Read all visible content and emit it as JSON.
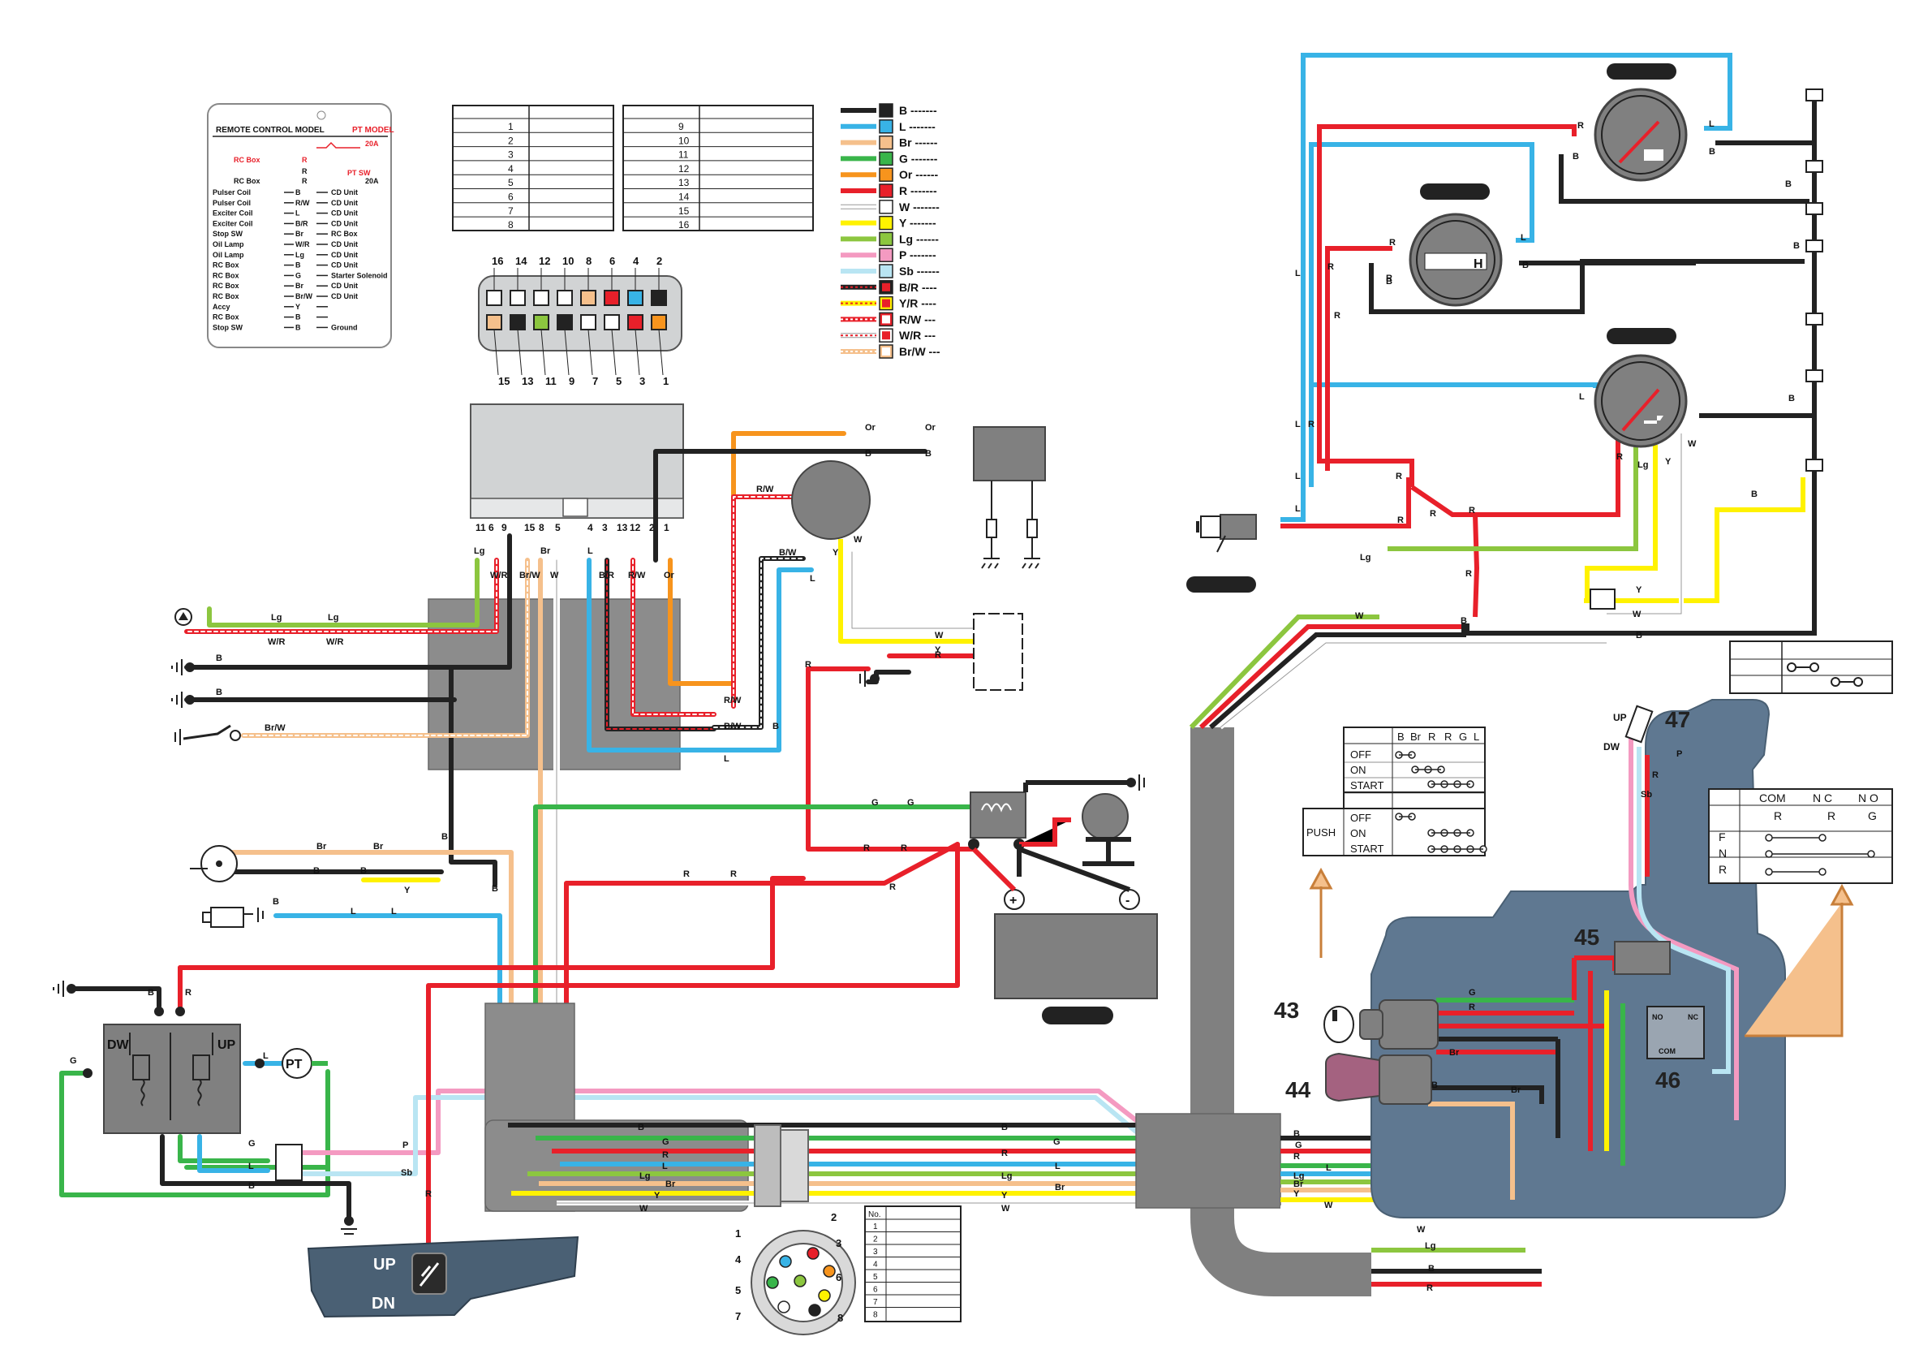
{
  "remote_control_card": {
    "title": "REMOTE CONTROL MODEL",
    "subtitle": "PT MODEL",
    "fuse_20a": "20A",
    "rc_box": "RC Box",
    "r": "R",
    "pt_sw": "PT SW",
    "fuse_20a_2": "20A",
    "rows": [
      {
        "left": "Pulser Coil",
        "wire": "B",
        "right": "CD Unit"
      },
      {
        "left": "Pulser Coil",
        "wire": "R/W",
        "right": "CD Unit"
      },
      {
        "left": "Exciter Coil",
        "wire": "L",
        "right": "CD Unit"
      },
      {
        "left": "Exciter Coil",
        "wire": "B/R",
        "right": "CD Unit"
      },
      {
        "left": "Stop SW",
        "wire": "Br",
        "right": "RC Box"
      },
      {
        "left": "Oil Lamp",
        "wire": "W/R",
        "right": "CD Unit"
      },
      {
        "left": "Oil Lamp",
        "wire": "Lg",
        "right": "CD Unit"
      },
      {
        "left": "RC Box",
        "wire": "B",
        "right": "CD Unit"
      },
      {
        "left": "RC Box",
        "wire": "G",
        "right": "Starter Solenoid"
      },
      {
        "left": "RC Box",
        "wire": "Br",
        "right": "CD Unit"
      },
      {
        "left": "RC Box",
        "wire": "Br/W",
        "right": "CD Unit"
      },
      {
        "left": "Accy",
        "wire": "Y",
        "right": ""
      },
      {
        "left": "RC Box",
        "wire": "B",
        "right": ""
      },
      {
        "left": "Stop SW",
        "wire": "B",
        "right": "Ground"
      }
    ]
  },
  "pin_table_a": [
    "1",
    "2",
    "3",
    "4",
    "5",
    "6",
    "7",
    "8"
  ],
  "pin_table_b": [
    "9",
    "10",
    "11",
    "12",
    "13",
    "14",
    "15",
    "16"
  ],
  "connector16": {
    "top_labels": [
      "16",
      "14",
      "12",
      "10",
      "8",
      "6",
      "4",
      "2"
    ],
    "bottom_labels": [
      "15",
      "13",
      "11",
      "9",
      "7",
      "5",
      "3",
      "1"
    ],
    "top_colors": [
      "#ffffff",
      "#ffffff",
      "#ffffff",
      "#ffffff",
      "#f5c08c",
      "#e8202a",
      "#38b3e6",
      "#222222"
    ],
    "bottom_colors": [
      "#f5c08c",
      "#222222",
      "#8cc63f",
      "#222222",
      "#ffffff",
      "#ffffff",
      "#e8202a",
      "#f7941d"
    ]
  },
  "wire_legend": [
    {
      "code": "B -------",
      "color": "#222222",
      "stripe": ""
    },
    {
      "code": "L -------",
      "color": "#38b3e6",
      "stripe": ""
    },
    {
      "code": "Br ------",
      "color": "#f5c08c",
      "stripe": ""
    },
    {
      "code": "G -------",
      "color": "#39b54a",
      "stripe": ""
    },
    {
      "code": "Or ------",
      "color": "#f7941d",
      "stripe": ""
    },
    {
      "code": "R -------",
      "color": "#e8202a",
      "stripe": ""
    },
    {
      "code": "W -------",
      "color": "#ffffff",
      "stripe": ""
    },
    {
      "code": "Y -------",
      "color": "#fff200",
      "stripe": ""
    },
    {
      "code": "Lg ------",
      "color": "#8cc63f",
      "stripe": ""
    },
    {
      "code": "P -------",
      "color": "#f49ac1",
      "stripe": ""
    },
    {
      "code": "Sb ------",
      "color": "#b9e5f3",
      "stripe": ""
    },
    {
      "code": "B/R ----",
      "color": "#222222",
      "stripe": "#e8202a"
    },
    {
      "code": "Y/R ----",
      "color": "#fff200",
      "stripe": "#e8202a"
    },
    {
      "code": "R/W ---",
      "color": "#e8202a",
      "stripe": "#ffffff"
    },
    {
      "code": "W/R ---",
      "color": "#ffffff",
      "stripe": "#e8202a"
    },
    {
      "code": "Br/W ---",
      "color": "#f5c08c",
      "stripe": "#ffffff"
    }
  ],
  "cd_unit_pins": [
    "11",
    "6",
    "9",
    "15",
    "8",
    "5",
    "4",
    "3",
    "13",
    "12",
    "2",
    "1"
  ],
  "wire_labels": {
    "lg": "Lg",
    "wr": "W/R",
    "brw": "Br/W",
    "br": "Br",
    "w": "W",
    "l": "L",
    "br_r": "B/R",
    "rw": "R/W",
    "r": "R",
    "or": "Or",
    "b": "B",
    "g": "G",
    "y": "Y",
    "p": "P",
    "sb": "Sb",
    "bw": "B/W"
  },
  "pt_relay": {
    "dw": "DW",
    "up": "UP",
    "pt": "PT"
  },
  "remote_handle": {
    "up": "UP",
    "dn": "DN"
  },
  "plug8": {
    "numbers": [
      "1",
      "2",
      "3",
      "4",
      "5",
      "6",
      "7",
      "8"
    ],
    "colors": [
      "#38b3e6",
      "#e8202a",
      "#f7941d",
      "#39b54a",
      "#8cc63f",
      "#fff200",
      "#ffffff",
      "#222222"
    ]
  },
  "plug_table": {
    "header": "No.",
    "rows": [
      "1",
      "2",
      "3",
      "4",
      "5",
      "6",
      "7",
      "8"
    ]
  },
  "main_switch_table": {
    "cols": [
      "B",
      "Br",
      "R",
      "R",
      "G",
      "L"
    ],
    "rows": [
      "OFF",
      "ON",
      "START"
    ],
    "push": "PUSH",
    "push_rows": [
      "OFF",
      "ON",
      "START"
    ]
  },
  "neutral_table": {
    "cols": [
      "COM",
      "N C",
      "N O"
    ],
    "sub": [
      "R",
      "R",
      "G"
    ],
    "rows": [
      "F",
      "N",
      "R"
    ]
  },
  "remote_box_numbers": [
    "43",
    "44",
    "45",
    "46",
    "47"
  ],
  "remote_box_small": {
    "up": "UP",
    "dw": "DW",
    "no": "NO",
    "nc": "NC",
    "com": "COM"
  },
  "gauge_icons": {
    "hour_h": "H"
  }
}
